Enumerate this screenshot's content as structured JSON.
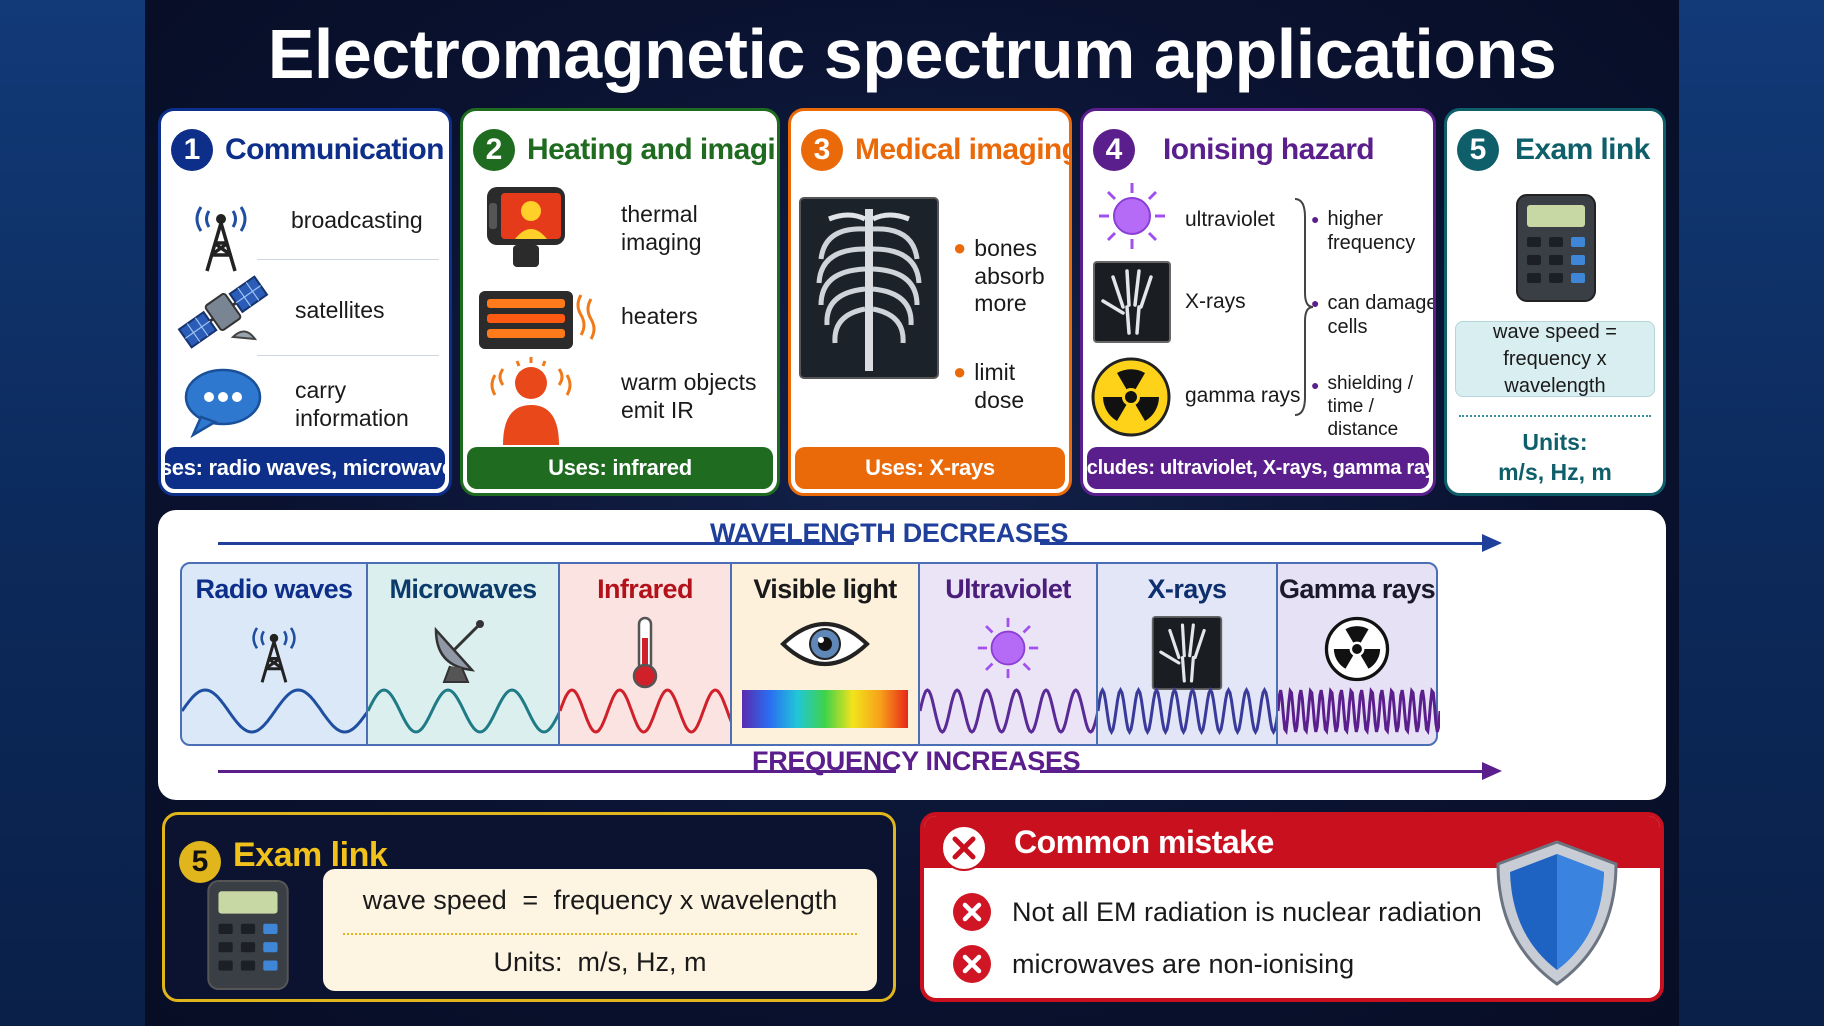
{
  "title": "Electromagnetic spectrum applications",
  "cards": [
    {
      "num": "1",
      "title": "Communication",
      "color": "#0d2f8a",
      "items": [
        "broadcasting",
        "satellites",
        "carry information"
      ],
      "footer": "Uses: radio waves, microwaves"
    },
    {
      "num": "2",
      "title": "Heating and imaging",
      "color": "#1f6b1f",
      "items": [
        "thermal imaging",
        "heaters",
        "warm objects emit IR"
      ],
      "footer": "Uses: infrared"
    },
    {
      "num": "3",
      "title": "Medical imaging",
      "color": "#ea6a0a",
      "items": [
        "bones absorb more",
        "limit dose"
      ],
      "footer": "Uses: X-rays"
    },
    {
      "num": "4",
      "title": "Ionising hazard",
      "color": "#5a1f8c",
      "items": [
        "ultraviolet",
        "X-rays",
        "gamma rays"
      ],
      "notes": [
        "higher frequency",
        "can damage cells",
        "shielding / time / distance"
      ],
      "footer": "Includes: ultraviolet, X-rays, gamma rays"
    },
    {
      "num": "5",
      "title": "Exam link",
      "color": "#0f5f6b",
      "formula": "wave speed = frequency x wavelength",
      "units_label": "Units:",
      "units": "m/s, Hz, m"
    }
  ],
  "spectrum": {
    "top_axis": "WAVELENGTH DECREASES",
    "bottom_axis": "FREQUENCY INCREASES",
    "bands": [
      {
        "name": "Radio waves",
        "color": "#0d2f8a",
        "bg": "#dbe8f8",
        "wave": "#1f4fa0",
        "icon": "radio-tower-icon"
      },
      {
        "name": "Microwaves",
        "color": "#0b3b6b",
        "bg": "#dcefef",
        "wave": "#1f7b86",
        "icon": "satellite-dish-icon"
      },
      {
        "name": "Infrared",
        "color": "#b3121b",
        "bg": "#fbe3e1",
        "wave": "#d0212b",
        "icon": "thermometer-icon"
      },
      {
        "name": "Visible light",
        "color": "#1a1a1a",
        "bg": "#fdf1dc",
        "wave": "",
        "icon": "eye-icon"
      },
      {
        "name": "Ultraviolet",
        "color": "#4a1e7a",
        "bg": "#ebe3f6",
        "wave": "#5a2a96",
        "icon": "uv-sun-icon"
      },
      {
        "name": "X-rays",
        "color": "#0d2f6e",
        "bg": "#e2e6f6",
        "wave": "#3a3a9a",
        "icon": "xray-hand-icon"
      },
      {
        "name": "Gamma rays",
        "color": "#1a1a2a",
        "bg": "#e6e1f4",
        "wave": "#5a1f8c",
        "icon": "radiation-icon"
      }
    ]
  },
  "exam": {
    "num": "5",
    "title": "Exam link",
    "formula_left": "wave speed",
    "formula_eq": "=",
    "formula_right": "frequency x wavelength",
    "units": "Units:  m/s, Hz, m"
  },
  "mistake": {
    "title": "Common mistake",
    "items": [
      "Not all EM radiation is nuclear radiation",
      "microwaves are non-ionising"
    ]
  }
}
